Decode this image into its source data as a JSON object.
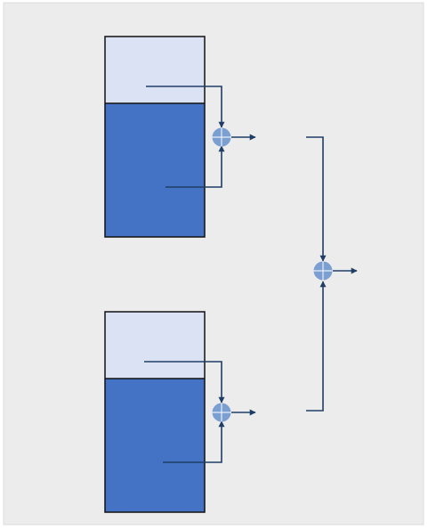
{
  "diagram": {
    "colors": {
      "background": "#ececec",
      "panel_border": "#dddddd",
      "block_light": "#dbe2f4",
      "block_dark": "#4472c4",
      "block_outline": "#111111",
      "arrow": "#1f3e66",
      "junction_fill": "#7a9fd0",
      "junction_cross": "#e8eef8"
    },
    "blocks": [
      {
        "id": "upper",
        "light_fraction": 0.33
      },
      {
        "id": "lower",
        "light_fraction": 0.33
      }
    ],
    "junctions": [
      "upper-sum",
      "lower-sum",
      "final-sum"
    ],
    "icons": [
      "sum-junction-icon",
      "arrow-head-icon"
    ]
  }
}
